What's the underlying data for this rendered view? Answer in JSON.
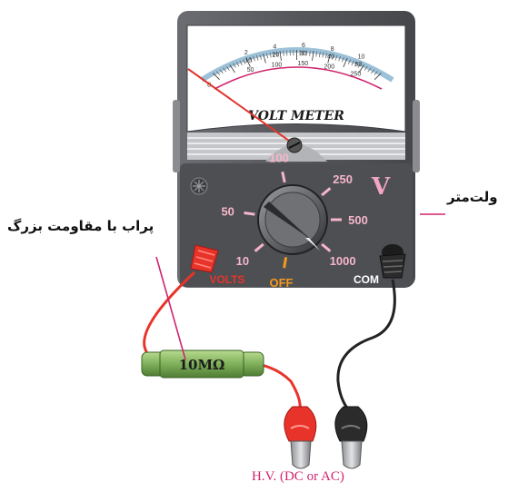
{
  "meter": {
    "title": "VOLT METER",
    "unit_symbol": "V",
    "scale_outer": [
      "2",
      "4",
      "6",
      "8",
      "10"
    ],
    "scale_middle": [
      "10",
      "20",
      "30",
      "40",
      "50"
    ],
    "scale_inner": [
      "50",
      "100",
      "150",
      "200",
      "250"
    ],
    "scale_left_mark": "0",
    "ranges": [
      "OFF",
      "10",
      "50",
      "100",
      "250",
      "500",
      "1000"
    ],
    "terminal_volts": "VOLTS",
    "terminal_com": "COM"
  },
  "resistor": {
    "label": "10MΩ"
  },
  "labels": {
    "voltmeter": "ولت‌متر",
    "probe": "پراب با مقاومت بزرگ",
    "source": "H.V. (DC  or  AC)"
  },
  "colors": {
    "meter_body": "#5b5d61",
    "dial_face": "#ffffff",
    "scale_red": "#d0246d",
    "lead_red": "#e8332a",
    "lead_black": "#2b2b2b",
    "resistor": "#7fb05a",
    "label_line": "#d0246d",
    "range_orange": "#f39a1e",
    "range_pink": "#f6b6c9",
    "unit_pink": "#f2a6c4"
  }
}
